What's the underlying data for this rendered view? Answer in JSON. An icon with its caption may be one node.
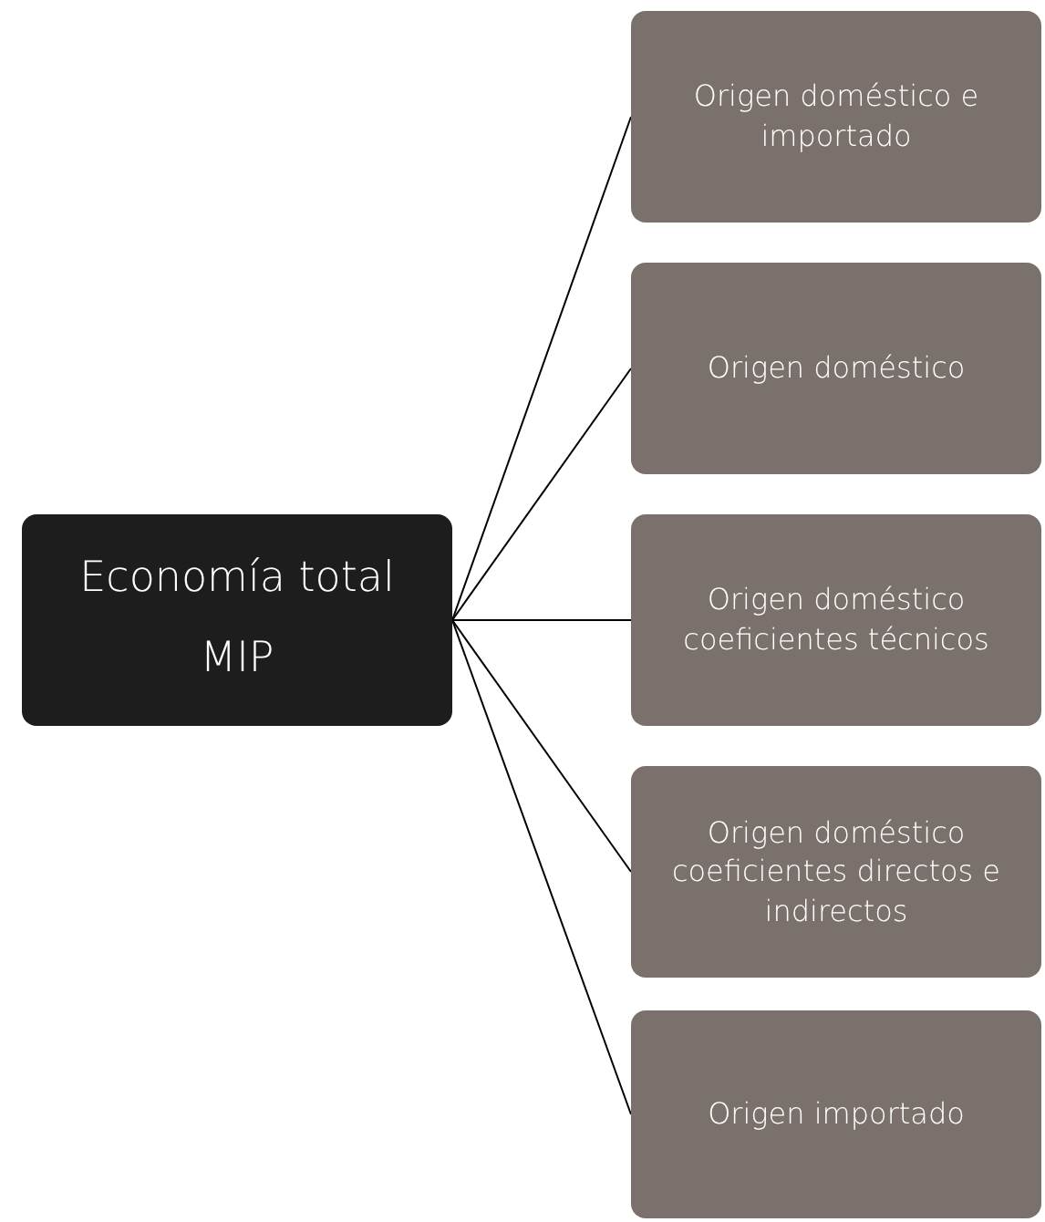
{
  "diagram": {
    "nodes": [
      {
        "text": [
          "Economía total MIP"
        ]
      },
      {
        "text": [
          "Origen doméstico e importado"
        ]
      },
      {
        "text": [
          "Origen doméstico"
        ]
      },
      {
        "text": [
          "Origen doméstico coeficientes técnicos"
        ]
      },
      {
        "text": [
          "Origen doméstico coeficientes directos e indirectos"
        ]
      },
      {
        "text": [
          "Origen importado"
        ]
      }
    ],
    "edges": [
      {
        "from": 0,
        "to": 1,
        "arrow": "none"
      },
      {
        "from": 0,
        "to": 2,
        "arrow": "none"
      },
      {
        "from": 0,
        "to": 3,
        "arrow": "none"
      },
      {
        "from": 0,
        "to": 4,
        "arrow": "none"
      },
      {
        "from": 0,
        "to": 5,
        "arrow": "none"
      }
    ]
  }
}
